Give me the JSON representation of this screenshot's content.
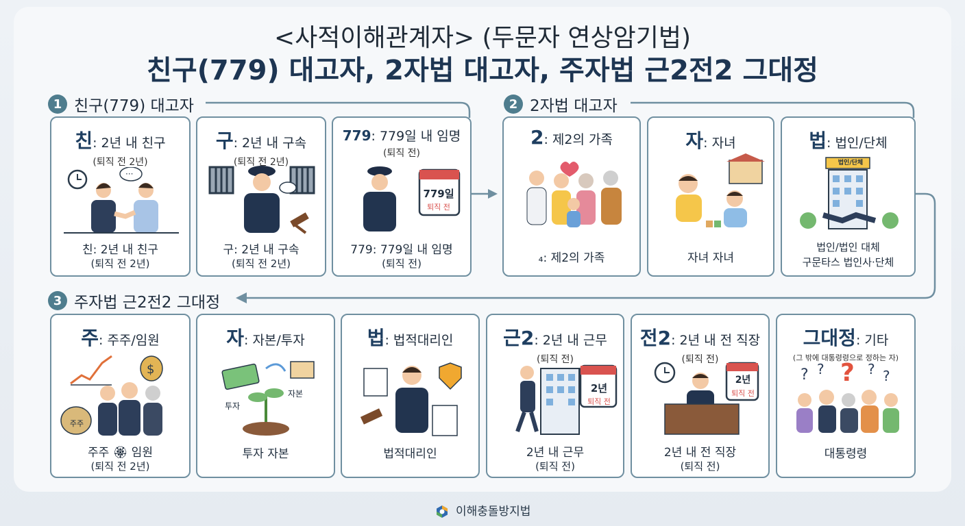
{
  "title_line1": "<사적이해관계자> (두문자 연상암기법)",
  "title_line2": "친구(779) 대고자, 2자법 대고자, 주자법 근2전2 그대정",
  "sections": [
    {
      "num": "1",
      "label": "친구(779) 대고자"
    },
    {
      "num": "2",
      "label": "2자법 대고자"
    },
    {
      "num": "3",
      "label": "주자법 근2전2 그대정"
    }
  ],
  "cards": [
    {
      "key": "친",
      "head": ": 2년 내 친구",
      "sub": "(퇴직 전 2년)",
      "bottom1": "친: 2년 내 친구",
      "bottom2": "(퇴직 전 2년)"
    },
    {
      "key": "구",
      "head": ": 2년 내 구속",
      "sub": "(퇴직 전 2년)",
      "bottom1": "구: 2년 내 구속",
      "bottom2": "(퇴직 전 2년)"
    },
    {
      "key": "779",
      "head": ": 779일 내 임명",
      "sub": "(퇴직 전)",
      "bottom1": "779: 779일 내 임명",
      "bottom2": "(퇴직 전)",
      "calendar_big": "779일",
      "calendar_small": "퇴직 전"
    },
    {
      "key": "2",
      "head": ": 제2의 가족",
      "sub": "",
      "bottom1": "₄: 제2의 가족",
      "bottom2": ""
    },
    {
      "key": "자",
      "head": ": 자녀",
      "sub": "",
      "bottom1": "자녀 자녀",
      "bottom2": ""
    },
    {
      "key": "법",
      "head": ": 법인/단체",
      "sub": "",
      "bottom1": "법인/법인 대체",
      "bottom2": "구문타스 법인사·단체",
      "sign": "법인/단체"
    },
    {
      "key": "주",
      "head": ": 주주/임원",
      "sub": "",
      "bottom1": "주주 🏵 임원",
      "bottom2": "(퇴직 전 2년)",
      "bag_label": "주주"
    },
    {
      "key": "자",
      "head": ": 자본/투자",
      "sub": "",
      "bottom1": "투자   자본",
      "bottom2": "",
      "tag_left": "투자",
      "tag_right": "자본"
    },
    {
      "key": "법",
      "head": ": 법적대리인",
      "sub": "",
      "bottom1": "법적대리인",
      "bottom2": ""
    },
    {
      "key": "근2",
      "head": ": 2년 내 근무",
      "sub": "(퇴직 전)",
      "bottom1": "2년 내 근무",
      "bottom2": "(퇴직 전)",
      "calendar_big": "2년",
      "calendar_small": "퇴직 전"
    },
    {
      "key": "전2",
      "head": ": 2년 내 전 직장",
      "sub": "(퇴직 전)",
      "bottom1": "2년 내 전 직장",
      "bottom2": "(퇴직 전)",
      "calendar_big": "2년",
      "calendar_small": "퇴직 전"
    },
    {
      "key": "그대정",
      "head": ": 기타",
      "sub": "(그 밖에 대통령령으로 정하는 자)",
      "bottom1": "대통령령",
      "bottom2": ""
    }
  ],
  "footer": "이해충돌방지법",
  "colors": {
    "accent": "#1e3e60",
    "border": "#6f8fa0",
    "badge": "#4f7d8e"
  }
}
